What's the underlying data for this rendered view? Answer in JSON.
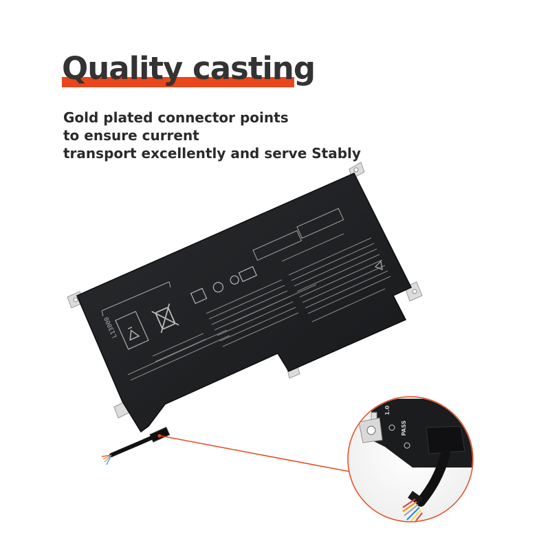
{
  "headline": {
    "title": "Quality casting",
    "accent_color": "#e8461b"
  },
  "description": {
    "lines": [
      "Gold plated connector points",
      "to ensure current",
      "transport excellently and serve Stably"
    ]
  },
  "battery": {
    "body_color": "#1e1f22",
    "model_label": "L13000"
  },
  "connector_zoom": {
    "pin_labels": [
      "1.0",
      "PASS"
    ],
    "pointer_color": "#e8461b"
  }
}
